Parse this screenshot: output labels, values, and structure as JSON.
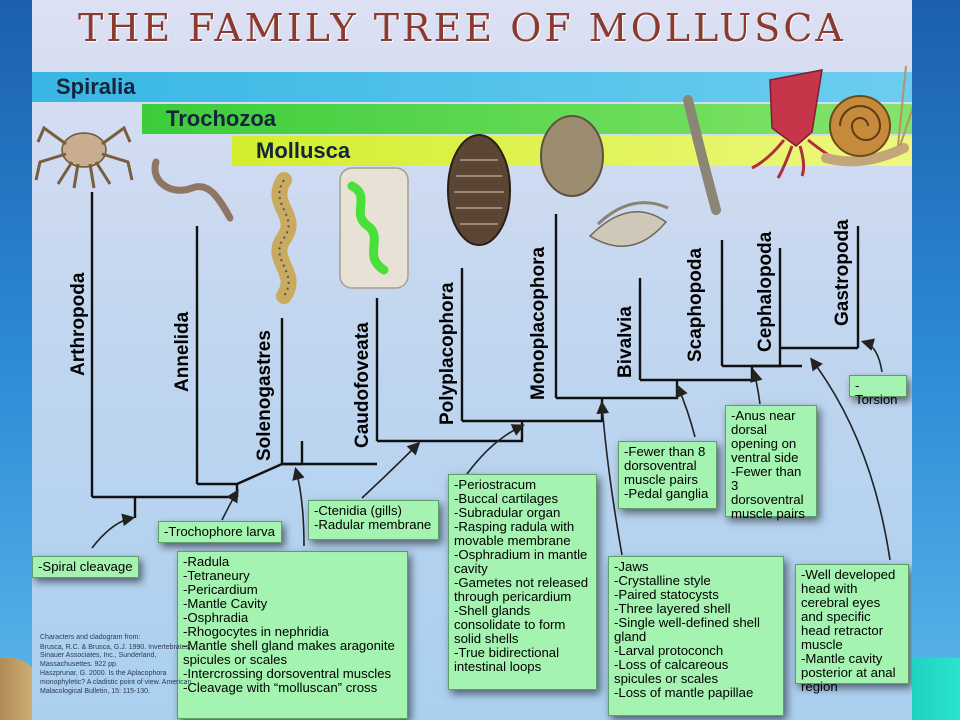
{
  "slide": {
    "title": "THE FAMILY TREE OF MOLLUSCA",
    "bands": {
      "spiralia": "Spiralia",
      "trochozoa": "Trochozoa",
      "mollusca": "Mollusca"
    }
  },
  "taxa": {
    "arthropoda": "Arthropoda",
    "annelida": "Annelida",
    "solenogastres": "Solenogastres",
    "caudofoveata": "Caudofoveata",
    "polyplacophora": "Polyplacophora",
    "monoplacophora": "Monoplacophora",
    "bivalvia": "Bivalvia",
    "scaphopoda": "Scaphopoda",
    "cephalopoda": "Cephalopoda",
    "gastropoda": "Gastropoda"
  },
  "characters": {
    "spiral": [
      "-Spiral cleavage"
    ],
    "trochophore": [
      "-Trochophore larva"
    ],
    "mollusca": [
      "-Radula",
      "-Tetraneury",
      "-Pericardium",
      "-Mantle Cavity",
      "-Osphradia",
      "-Rhogocytes in nephridia",
      "-Mantle shell gland makes aragonite spicules or scales",
      "-Intercrossing dorsoventral muscles",
      "-Cleavage with “molluscan” cross"
    ],
    "ctenidia": [
      "-Ctenidia (gills)",
      "-Radular membrane"
    ],
    "testaria": [
      "-Periostracum",
      "-Buccal cartilages",
      "-Subradular organ",
      "-Rasping radula with movable membrane",
      "-Osphradium in mantle cavity",
      "-Gametes not released through pericardium",
      "-Shell glands consolidate to form solid shells",
      "-True bidirectional intestinal loops"
    ],
    "conchifera": [
      "-Jaws",
      "-Crystalline style",
      "-Paired statocysts",
      "-Three layered shell",
      "-Single well-defined shell gland",
      "-Larval protoconch",
      "-Loss of calcareous spicules or scales",
      "-Loss of mantle papillae"
    ],
    "bivalve_group": [
      "-Fewer than 8 dorsoventral muscle pairs",
      "-Pedal ganglia"
    ],
    "anus_group": [
      "-Anus near dorsal opening on ventral side",
      "-Fewer than 3 dorsoventral muscle pairs"
    ],
    "cephalic": [
      "-Well developed head with cerebral eyes and specific head retractor muscle",
      "-Mantle cavity posterior at anal region"
    ],
    "torsion": [
      "-Torsion"
    ]
  },
  "credits": [
    "Characters and cladogram from:",
    "Brusca, R.C. & Brusca, G.J. 1990. Invertebrates. Sinauer Associates, Inc., Sunderland, Massachusettes. 922 pp.",
    "Haszprunar, G. 2000. Is the Aplacophora monophyletic? A cladistic point of view. American Malacological Bulletin, 15: 115-130."
  ],
  "colors": {
    "title": "#8b3a2d",
    "box_fill": "#a4f3b0",
    "spiralia": "#38b6e4",
    "trochozoa": "#3ccc3a",
    "mollusca": "#d3ee2c"
  },
  "icons": [
    "crab-icon",
    "worm-icon",
    "solenogaster-icon",
    "caudofoveate-icon",
    "chiton-icon",
    "limpet-icon",
    "clam-icon",
    "tusk-shell-icon",
    "squid-icon",
    "snail-icon"
  ]
}
